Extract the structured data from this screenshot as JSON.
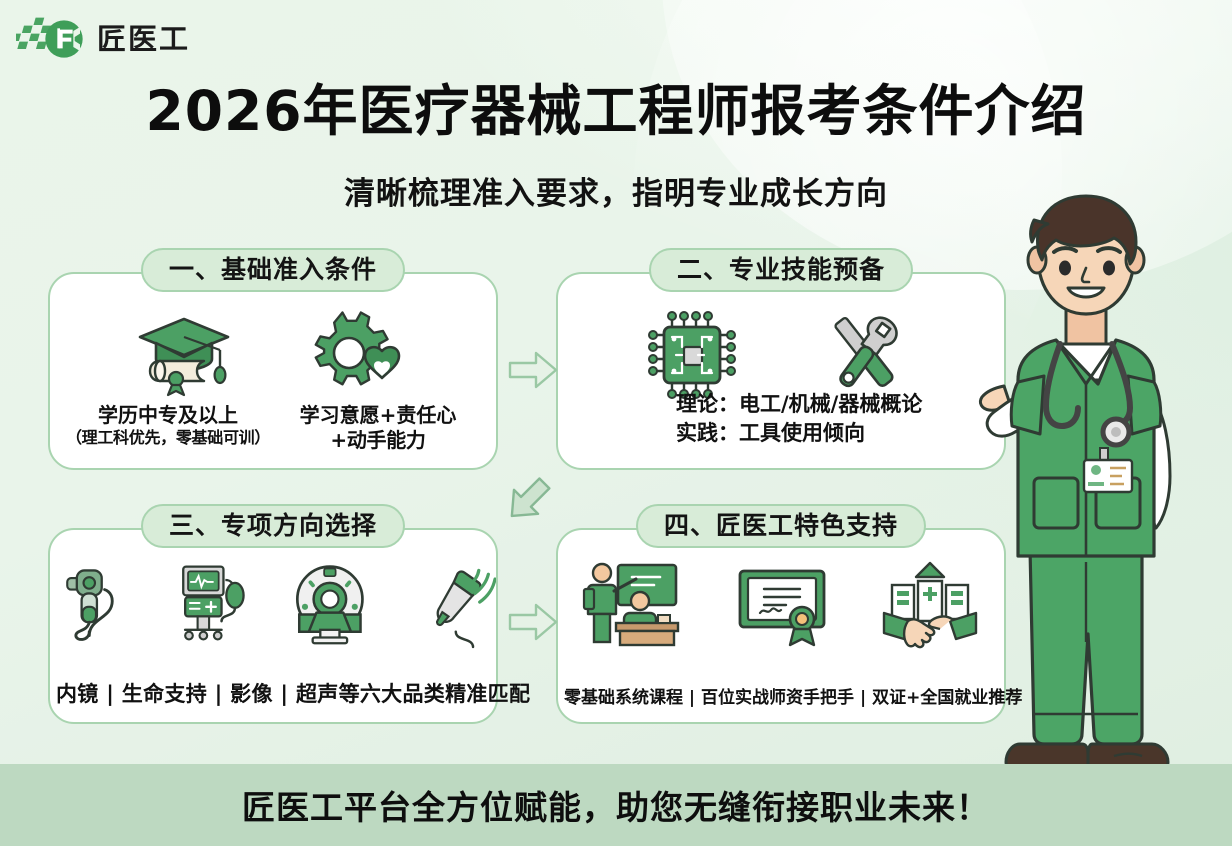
{
  "brand": {
    "logo_icon": "jiangyigong-checker-wrench-logo",
    "wordmark": "匠医工"
  },
  "header": {
    "title": "2026年医疗器械工程师报考条件介绍",
    "subtitle": "清晰梳理准入要求，指明专业成长方向",
    "highlight_color": "#cfe6cf"
  },
  "theme": {
    "page_bg": "#e9f4ea",
    "card_bg": "#ffffff",
    "card_border": "#a9d4b0",
    "badge_bg": "#d8ecd8",
    "accent_green": "#3f9b58",
    "icon_green": "#4c9f63",
    "footer_bg": "#bdd9c1",
    "text_dark": "#111111"
  },
  "cards": [
    {
      "id": "card-1",
      "badge": "一、基础准入条件",
      "layout": "two-column",
      "icons": [
        "graduation-cap-diploma-icon",
        "gear-heart-icon"
      ],
      "columns": [
        {
          "main": "学历中专及以上",
          "sub": "（理工科优先，零基础可训）"
        },
        {
          "main": "学习意愿+责任心",
          "sub": "+动手能力"
        }
      ]
    },
    {
      "id": "card-2",
      "badge": "二、专业技能预备",
      "layout": "lines",
      "icons": [
        "microchip-icon",
        "wrench-screwdriver-icon"
      ],
      "lines": [
        "理论：电工/机械/器械概论",
        "实践：工具使用倾向"
      ]
    },
    {
      "id": "card-3",
      "badge": "三、专项方向选择",
      "layout": "strip",
      "icons": [
        "endoscope-icon",
        "ventilator-monitor-icon",
        "ct-scanner-icon",
        "ultrasound-probe-icon"
      ],
      "strip": "内镜 | 生命支持 | 影像 | 超声等六大品类精准匹配"
    },
    {
      "id": "card-4",
      "badge": "四、匠医工特色支持",
      "layout": "strip-small",
      "icons": [
        "classroom-teaching-icon",
        "certificate-icon",
        "handshake-hospital-icon"
      ],
      "strip": "零基础系统课程 | 百位实战师资手把手 | 双证+全国就业推荐"
    }
  ],
  "arrows": [
    {
      "name": "arrow-right-top",
      "direction": "right"
    },
    {
      "name": "arrow-down-left-middle",
      "direction": "down-left"
    },
    {
      "name": "arrow-right-bottom",
      "direction": "right"
    }
  ],
  "mascot": {
    "name": "male-doctor-illustration",
    "scrub_color": "#4ca566",
    "skin_color": "#f7d3b8",
    "hair_color": "#4a342a"
  },
  "footer": {
    "text": "匠医工平台全方位赋能，助您无缝衔接职业未来！"
  }
}
